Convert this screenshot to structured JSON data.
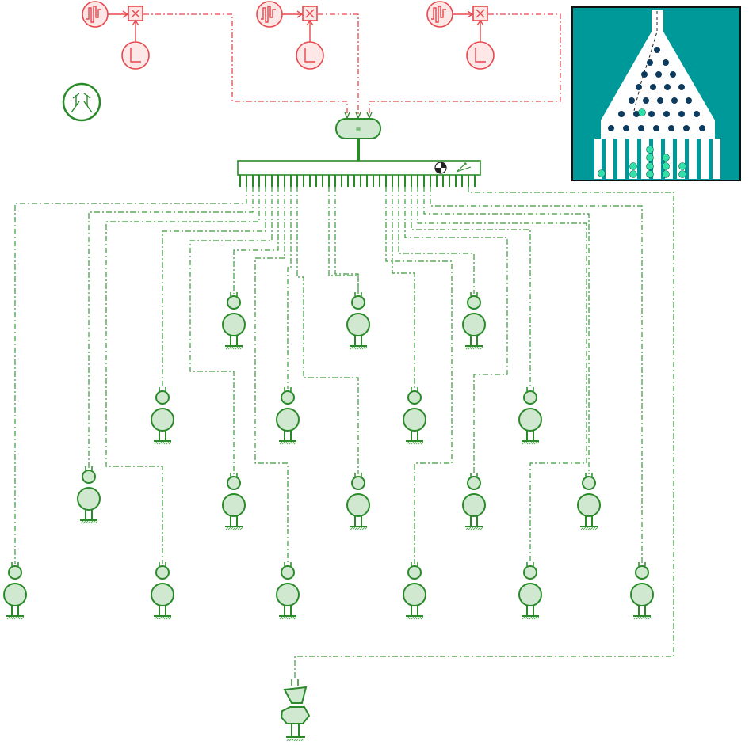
{
  "diagram": {
    "sources": [
      {
        "id": "src1",
        "signal_icon": "noise-signal-icon",
        "product_icon": "product-icon",
        "step_icon": "step-source-icon"
      },
      {
        "id": "src2",
        "signal_icon": "noise-signal-icon",
        "product_icon": "product-icon",
        "step_icon": "step-source-icon"
      },
      {
        "id": "src3",
        "signal_icon": "noise-signal-icon",
        "product_icon": "product-icon",
        "step_icon": "step-source-icon"
      }
    ],
    "force_block": {
      "icon": "force-torque-icon"
    },
    "bus_bar": {
      "icons": [
        "center-of-mass-icon",
        "frame-axes-icon"
      ]
    },
    "world_icon": "mechanics-world-icon",
    "colors": {
      "signal": "#e8474c",
      "mechanics": "#2a8a2a",
      "mechanics_fill": "#cfe8cf",
      "preview_bg": "#009999",
      "preview_ball": "#0c3b5e",
      "preview_ball_active": "#33e0aa"
    },
    "preview": {
      "icon": "galton-board-preview"
    }
  }
}
